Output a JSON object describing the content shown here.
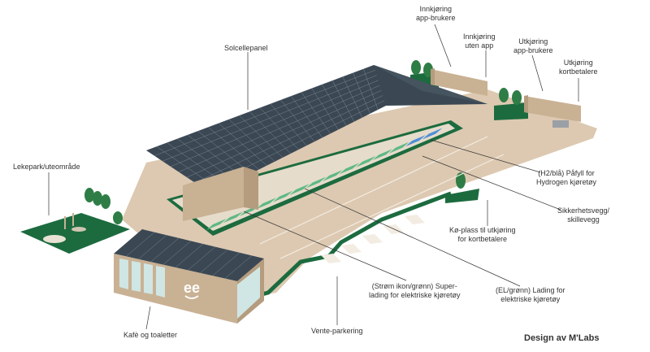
{
  "labels": {
    "inn_app": "Innkjøring\napp-brukere",
    "inn_uten": "Innkjøring\nuten app",
    "ut_app": "Utkjøring\napp-brukere",
    "ut_kort": "Utkjøring\nkortbetalere",
    "solcelle": "Solcellepanel",
    "lekepark": "Lekepark/uteområde",
    "hydrogen": "(H2/blå) Påfyll for\nHydrogen kjøretøy",
    "sikkerhet": "Sikkerhetsvegg/\nskillevegg",
    "koplass": "Kø-plass til utkjøring\nfor kortbetalere",
    "el_gronn": "(EL/grønn) Lading for\nelektriske kjøretøy",
    "strom": "(Strøm ikon/grønn) Super-\nlading for elektriske kjøretøy",
    "kafe": "Kafè og toaletter",
    "vente": "Vente-parkering",
    "logo": "ee"
  },
  "credit": "Design av M'Labs",
  "colors": {
    "ground": "#ddc9b1",
    "green": "#1c6b3f",
    "panel": "#3b4854",
    "building": "#c9b194",
    "glass": "#cfe6e4",
    "bay_green": "#5eb984",
    "bay_blue": "#4d8fd6"
  }
}
